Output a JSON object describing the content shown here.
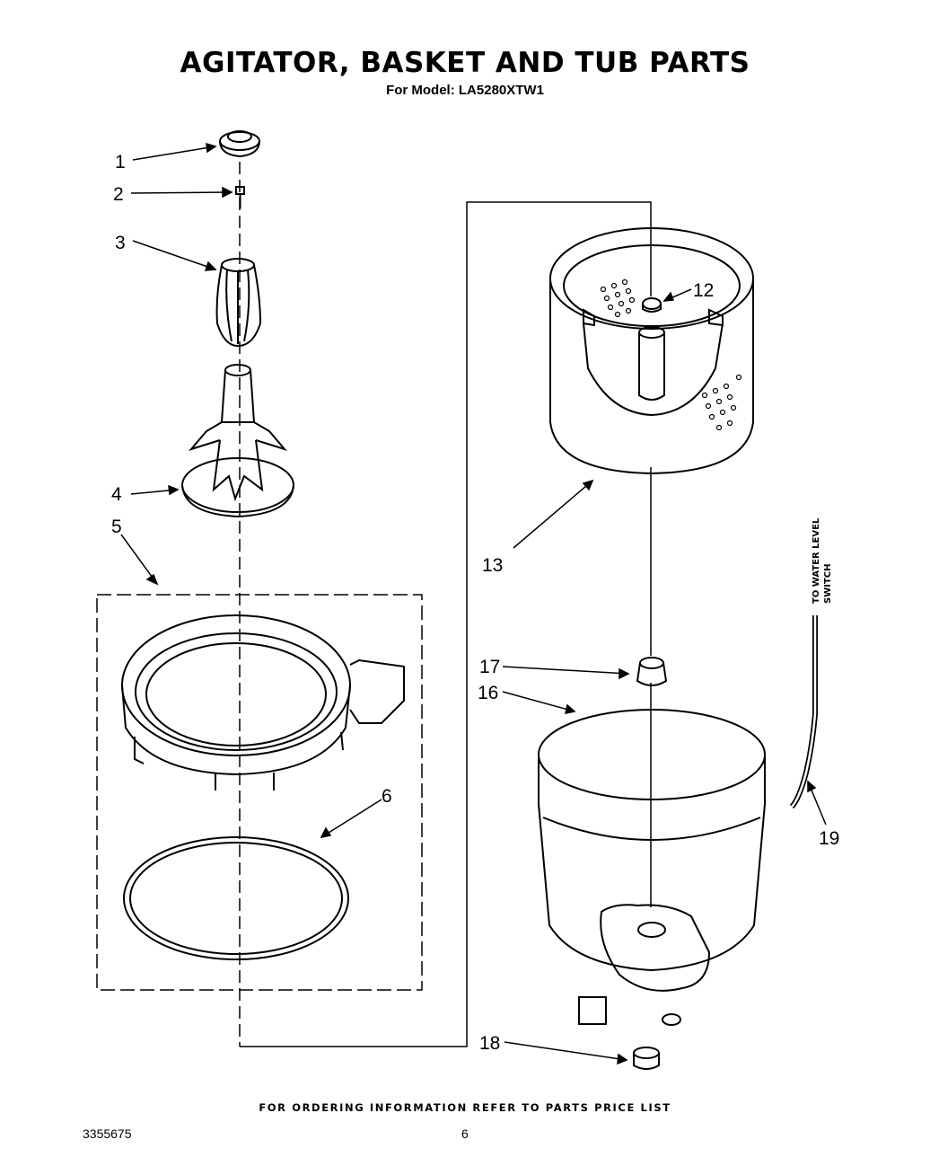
{
  "header": {
    "title": "AGITATOR, BASKET AND TUB PARTS",
    "subtitle": "For Model: LA5280XTW1"
  },
  "callouts": [
    "1",
    "2",
    "3",
    "4",
    "5",
    "6",
    "12",
    "13",
    "16",
    "17",
    "18",
    "19"
  ],
  "side_label": {
    "line1": "TO WATER LEVEL",
    "line2": "SWITCH"
  },
  "footer": {
    "note": "FOR ORDERING INFORMATION REFER TO PARTS PRICE LIST",
    "doc_number": "3355675",
    "page_number": "6"
  }
}
